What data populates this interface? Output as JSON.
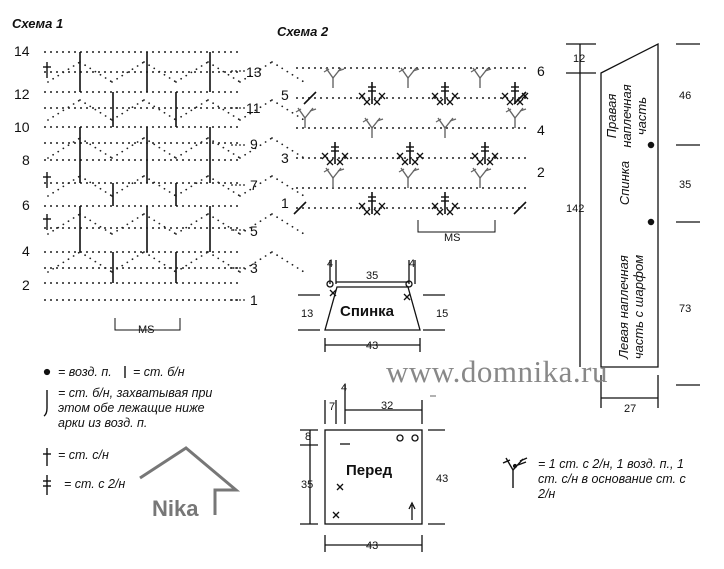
{
  "scheme1": {
    "title": "Схема 1",
    "left_rows": [
      "14",
      "12",
      "10",
      "8",
      "6",
      "4",
      "2"
    ],
    "right_rows": [
      "13",
      "11",
      "9",
      "7",
      "5",
      "3",
      "1"
    ],
    "ms": "MS"
  },
  "scheme2": {
    "title": "Схема 2",
    "left_rows": [
      "5",
      "3",
      "1"
    ],
    "right_rows": [
      "6",
      "4",
      "2"
    ],
    "ms": "MS"
  },
  "legend": {
    "chain": "= возд. п.",
    "sc": "= ст. б/н",
    "sc_long": "= ст. б/н, захватывая при этом обе лежащие ниже арки из возд. п.",
    "dc": "= ст. с/н",
    "tr": "= ст. с 2/н",
    "group": "= 1 ст. с 2/н, 1 возд. п., 1 ст. с/н в основание ст. с 2/н"
  },
  "back": {
    "label": "Спинка",
    "top_width": "35",
    "left_offset": "4",
    "right_offset": "4",
    "left_height": "13",
    "right_height": "15",
    "bottom_width": "43"
  },
  "front": {
    "label": "Перед",
    "top_left": "7",
    "top_small": "4",
    "top_width": "32",
    "left_small": "8",
    "left_height": "35",
    "right_height": "43",
    "bottom_width": "43"
  },
  "scarf": {
    "top_offset": "12",
    "total_length": "142",
    "section1_label": "Правая наплечная часть",
    "section1_value": "46",
    "section2_label": "Спинка",
    "section2_value": "35",
    "section3_label": "Левая наплечная часть с шарфом",
    "section3_value": "73",
    "width": "27"
  },
  "watermark": {
    "site": "www.domnika.ru",
    "logo": "Nika"
  }
}
